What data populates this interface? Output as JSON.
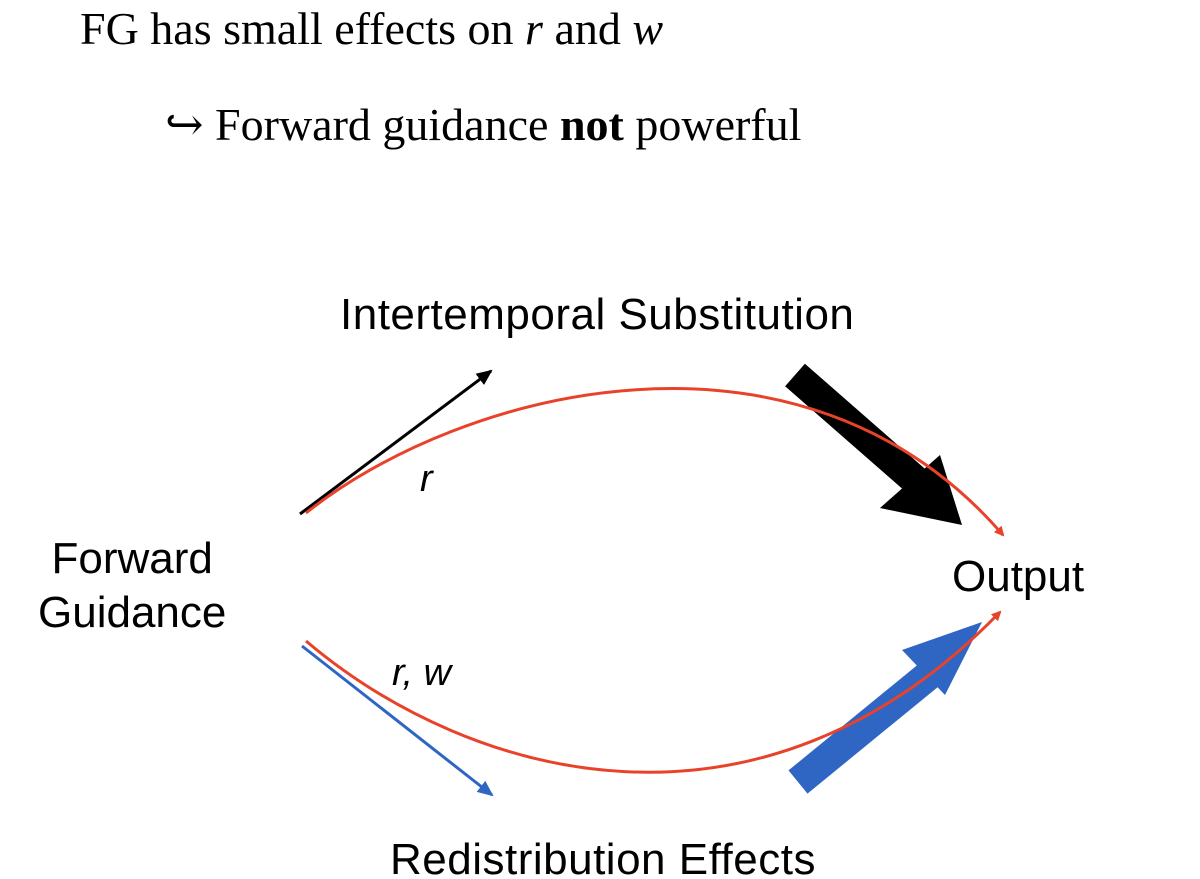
{
  "header": {
    "title_prefix": "FG has small effects on ",
    "title_var1": "r",
    "title_mid": " and ",
    "title_var2": "w",
    "arrow_glyph": "↪",
    "subtitle_prefix": " Forward guidance ",
    "subtitle_bold": "not",
    "subtitle_suffix": " powerful"
  },
  "diagram": {
    "source_line1": "Forward",
    "source_line2": "Guidance",
    "target": "Output",
    "top_channel": "Intertemporal Substitution",
    "bottom_channel": "Redistribution Effects",
    "top_variable": "r",
    "bottom_variable": "r, w",
    "colors": {
      "curve": "#e8432a",
      "top_arrow": "#000000",
      "bottom_arrow": "#2f66c4"
    }
  }
}
